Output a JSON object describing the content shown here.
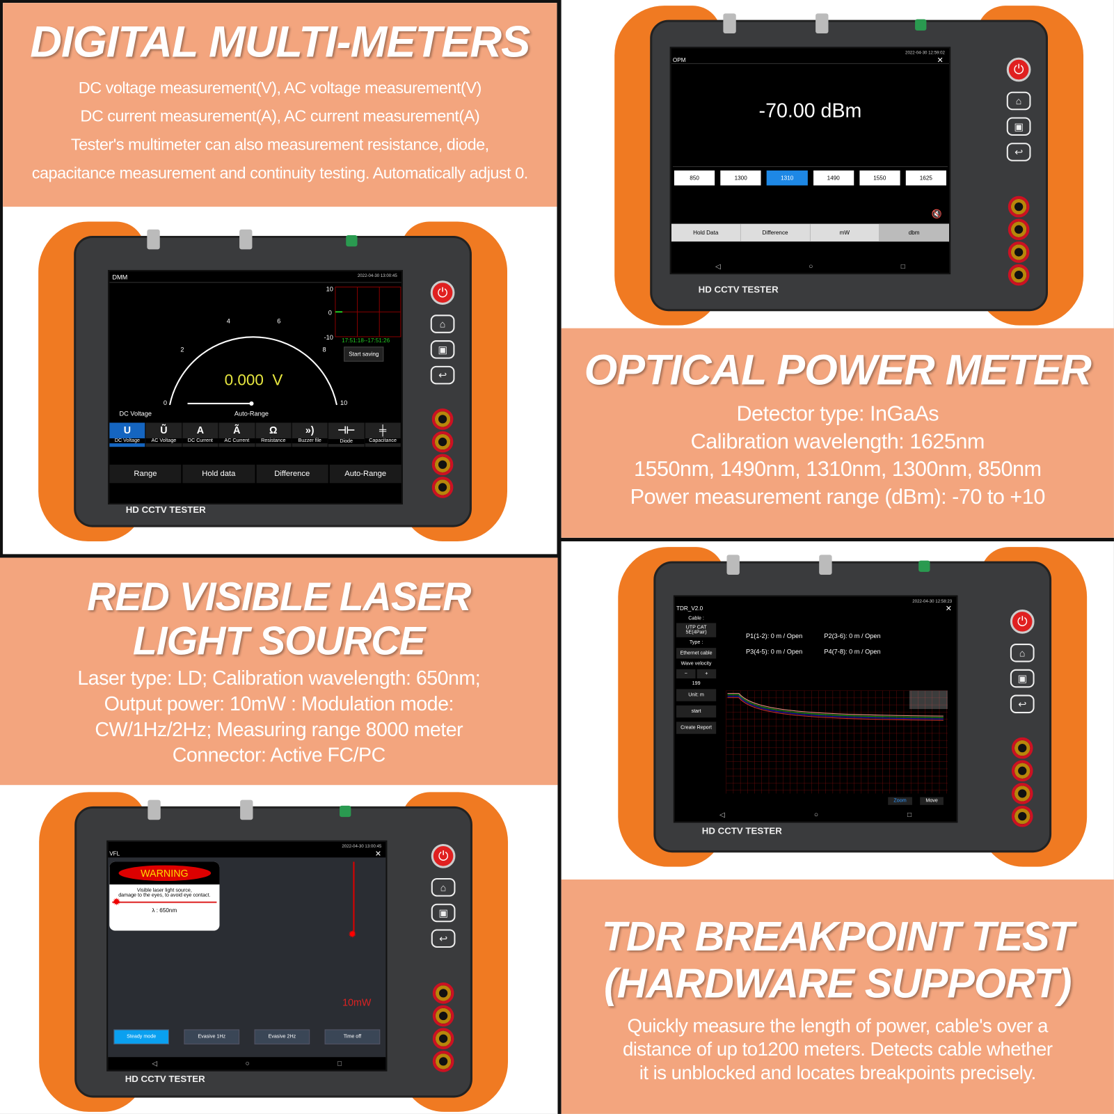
{
  "dmm": {
    "title": "DIGITAL MULTI-METERS",
    "lines": [
      "DC voltage measurement(V), AC voltage measurement(V)",
      "DC current measurement(A), AC current measurement(A)",
      "Tester's multimeter can also measurement resistance, diode,",
      "capacitance measurement and continuity testing. Automatically adjust 0."
    ],
    "screen": {
      "app": "DMM",
      "datetime": "2022-04-30 13:00:45",
      "reading": "0.000  V",
      "mode": "DC Voltage",
      "range": "Auto-Range",
      "gauge_ticks": [
        "0",
        "2",
        "4",
        "6",
        "8",
        "10"
      ],
      "chart_ticks": [
        "10",
        "0",
        "-10"
      ],
      "time_range": "17:51:18--17:51:26",
      "save": "Start saving",
      "functions": [
        {
          "icon": "U",
          "label": "DC Voltage"
        },
        {
          "icon": "Ũ",
          "label": "AC Voltage"
        },
        {
          "icon": "A",
          "label": "DC Current"
        },
        {
          "icon": "Ã",
          "label": "AC Current"
        },
        {
          "icon": "Ω",
          "label": "Resistance"
        },
        {
          "icon": "»)",
          "label": "Buzzer file"
        },
        {
          "icon": "⊣⊢",
          "label": "Diode"
        },
        {
          "icon": "╪",
          "label": "Capacitance"
        }
      ],
      "bottom": [
        "Range",
        "Hold data",
        "Difference",
        "Auto-Range"
      ]
    }
  },
  "opm": {
    "title": "OPTICAL POWER METER",
    "lines": [
      "Detector type: InGaAs",
      "Calibration wavelength: 1625nm",
      "1550nm, 1490nm, 1310nm, 1300nm, 850nm",
      "Power measurement range (dBm): -70 to +10"
    ],
    "screen": {
      "app": "OPM",
      "datetime": "2022-04-30 12:59:02",
      "reading": "-70.00 dBm",
      "wavelengths": [
        "850",
        "1300",
        "1310",
        "1490",
        "1550",
        "1625"
      ],
      "selected": 2,
      "bottom": [
        "Hold Data",
        "Difference",
        "mW",
        "dbm"
      ]
    }
  },
  "vfl": {
    "title1": "RED VISIBLE LASER",
    "title2": "LIGHT SOURCE",
    "lines": [
      "Laser type: LD; Calibration wavelength: 650nm;",
      "Output power: 10mW : Modulation mode:",
      "CW/1Hz/2Hz; Measuring range 8000 meter",
      "Connector: Active FC/PC"
    ],
    "screen": {
      "app": "VFL",
      "datetime": "2022-04-30 13:00:45",
      "warning": "WARNING",
      "warn_text1": "Visible laser light source,",
      "warn_text2": "damage to the eyes, to avoid eye contact.",
      "wavelength": "λ : 650nm",
      "power": "10mW",
      "modes": [
        "Steady mode",
        "Evasive 1Hz",
        "Evasive 2Hz",
        "Time off"
      ]
    }
  },
  "tdr": {
    "title1": "TDR BREAKPOINT TEST",
    "title2": "(HARDWARE SUPPORT)",
    "lines": [
      "Quickly measure the length of power, cable's over a",
      "distance of up to1200 meters. Detects cable whether",
      "it is unblocked and locates breakpoints precisely."
    ],
    "screen": {
      "app": "TDR_V2.0",
      "datetime": "2022-04-30 12:58:23",
      "cable_label": "Cable :",
      "cable": "UTP CAT 5E(4Pair)",
      "type_label": "Type :",
      "type": "Ethernet cable",
      "wave_label": "Wave velocity",
      "minus": "−",
      "plus": "+",
      "wave_value": "199",
      "unit": "Unit: m",
      "start": "start",
      "report": "Create Report",
      "results": [
        "P1(1-2): 0 m /  Open",
        "P2(3-6): 0 m /  Open",
        "P3(4-5): 0 m /  Open",
        "P4(7-8): 0 m /  Open"
      ],
      "zoom": "Zoom",
      "move": "Move"
    }
  },
  "device": {
    "brand": "HD CCTV TESTER"
  },
  "colors": {
    "panel": "#F3A57E",
    "accent": "#1E88E5",
    "bumper": "#F07A22"
  }
}
